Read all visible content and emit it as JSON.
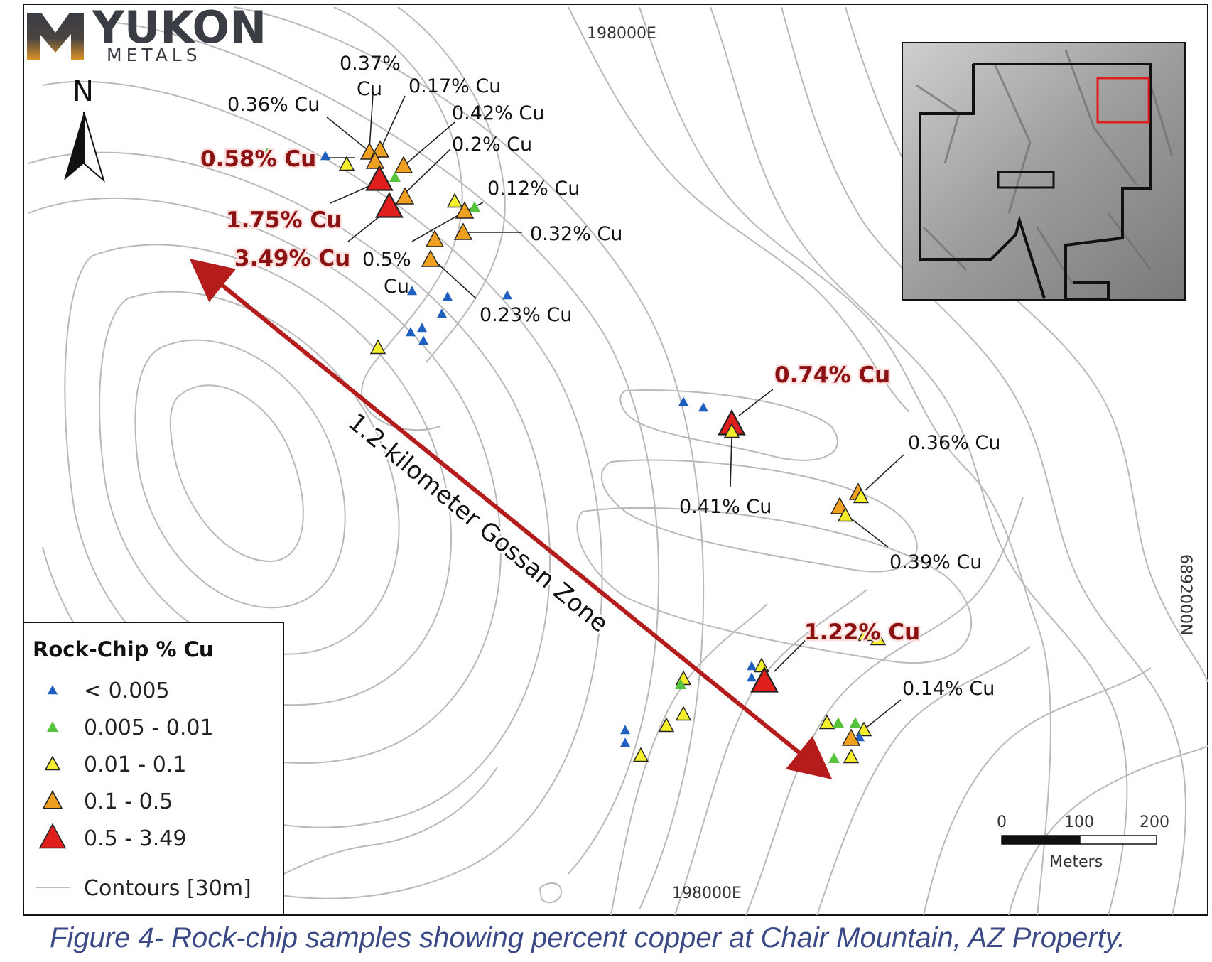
{
  "logo": {
    "name": "YUKON",
    "sub": "METALS"
  },
  "north_arrow": {
    "label": "N"
  },
  "coordinates": {
    "easting_top": "198000E",
    "easting_bottom": "198000E",
    "northing": "6892000N"
  },
  "zone_label": "1.2-kilometer Gossan Zone",
  "legend": {
    "title": "Rock-Chip % Cu",
    "classes": [
      {
        "label": "< 0.005",
        "color": "#1f5fbf"
      },
      {
        "label": "0.005 - 0.01",
        "color": "#55c43a"
      },
      {
        "label": "0.01 - 0.1",
        "color": "#f5ee2a"
      },
      {
        "label": "0.1 - 0.5",
        "color": "#f0a020"
      },
      {
        "label": "0.5 - 3.49",
        "color": "#e01e1e"
      }
    ],
    "contour_label": "Contours [30m]"
  },
  "scale_bar": {
    "ticks": [
      "0",
      "100",
      "200"
    ],
    "unit": "Meters"
  },
  "sample_labels": [
    {
      "text": "0.37%",
      "highlight": false
    },
    {
      "text": "Cu",
      "highlight": false
    },
    {
      "text": "0.17% Cu",
      "highlight": false
    },
    {
      "text": "0.36% Cu",
      "highlight": false
    },
    {
      "text": "0.42% Cu",
      "highlight": false
    },
    {
      "text": "0.58% Cu",
      "highlight": true
    },
    {
      "text": "0.2% Cu",
      "highlight": false
    },
    {
      "text": "0.12% Cu",
      "highlight": false
    },
    {
      "text": "1.75% Cu",
      "highlight": true
    },
    {
      "text": "0.32% Cu",
      "highlight": false
    },
    {
      "text": "3.49% Cu",
      "highlight": true
    },
    {
      "text": "0.5%",
      "highlight": false
    },
    {
      "text": "Cu",
      "highlight": false
    },
    {
      "text": "0.23% Cu",
      "highlight": false
    },
    {
      "text": "0.74% Cu",
      "highlight": true
    },
    {
      "text": "0.36% Cu",
      "highlight": false
    },
    {
      "text": "0.41% Cu",
      "highlight": false
    },
    {
      "text": "0.39% Cu",
      "highlight": false
    },
    {
      "text": "1.22% Cu",
      "highlight": true
    },
    {
      "text": "0.14% Cu",
      "highlight": false
    }
  ],
  "caption": "Figure 4- Rock-chip samples showing percent copper at Chair Mountain, AZ Property."
}
